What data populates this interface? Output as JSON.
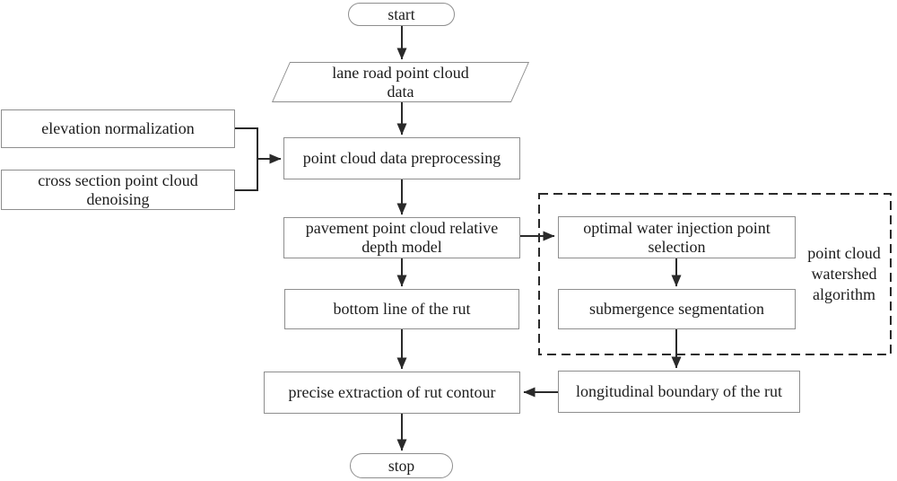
{
  "diagram": {
    "type": "flowchart",
    "background": "#ffffff",
    "colors": {
      "box_border": "#8e8e8e",
      "connector": "#2a2a2a",
      "dashed_region_border": "#2a2a2a",
      "text": "#1c1c1c"
    },
    "nodes": {
      "start": "start",
      "lane_data": "lane road point cloud\ndata",
      "elevation": "elevation normalization",
      "denoising": "cross section point cloud\ndenoising",
      "preprocessing": "point cloud data preprocessing",
      "depth_model": "pavement point cloud relative\ndepth model",
      "injection": "optimal water injection point\nselection",
      "submergence": "submergence segmentation",
      "bottom_line": "bottom line of the rut",
      "extraction": "precise extraction of rut contour",
      "boundary": "longitudinal boundary of the rut",
      "stop": "stop"
    },
    "region_label": "point cloud\nwatershed\nalgorithm",
    "edges": [
      "start -> lane_data",
      "lane_data -> preprocessing",
      "elevation -> preprocessing",
      "denoising -> preprocessing",
      "preprocessing -> depth_model",
      "depth_model -> bottom_line",
      "depth_model -> injection",
      "injection -> submergence",
      "submergence -> boundary",
      "bottom_line -> extraction",
      "boundary -> extraction",
      "extraction -> stop"
    ]
  }
}
